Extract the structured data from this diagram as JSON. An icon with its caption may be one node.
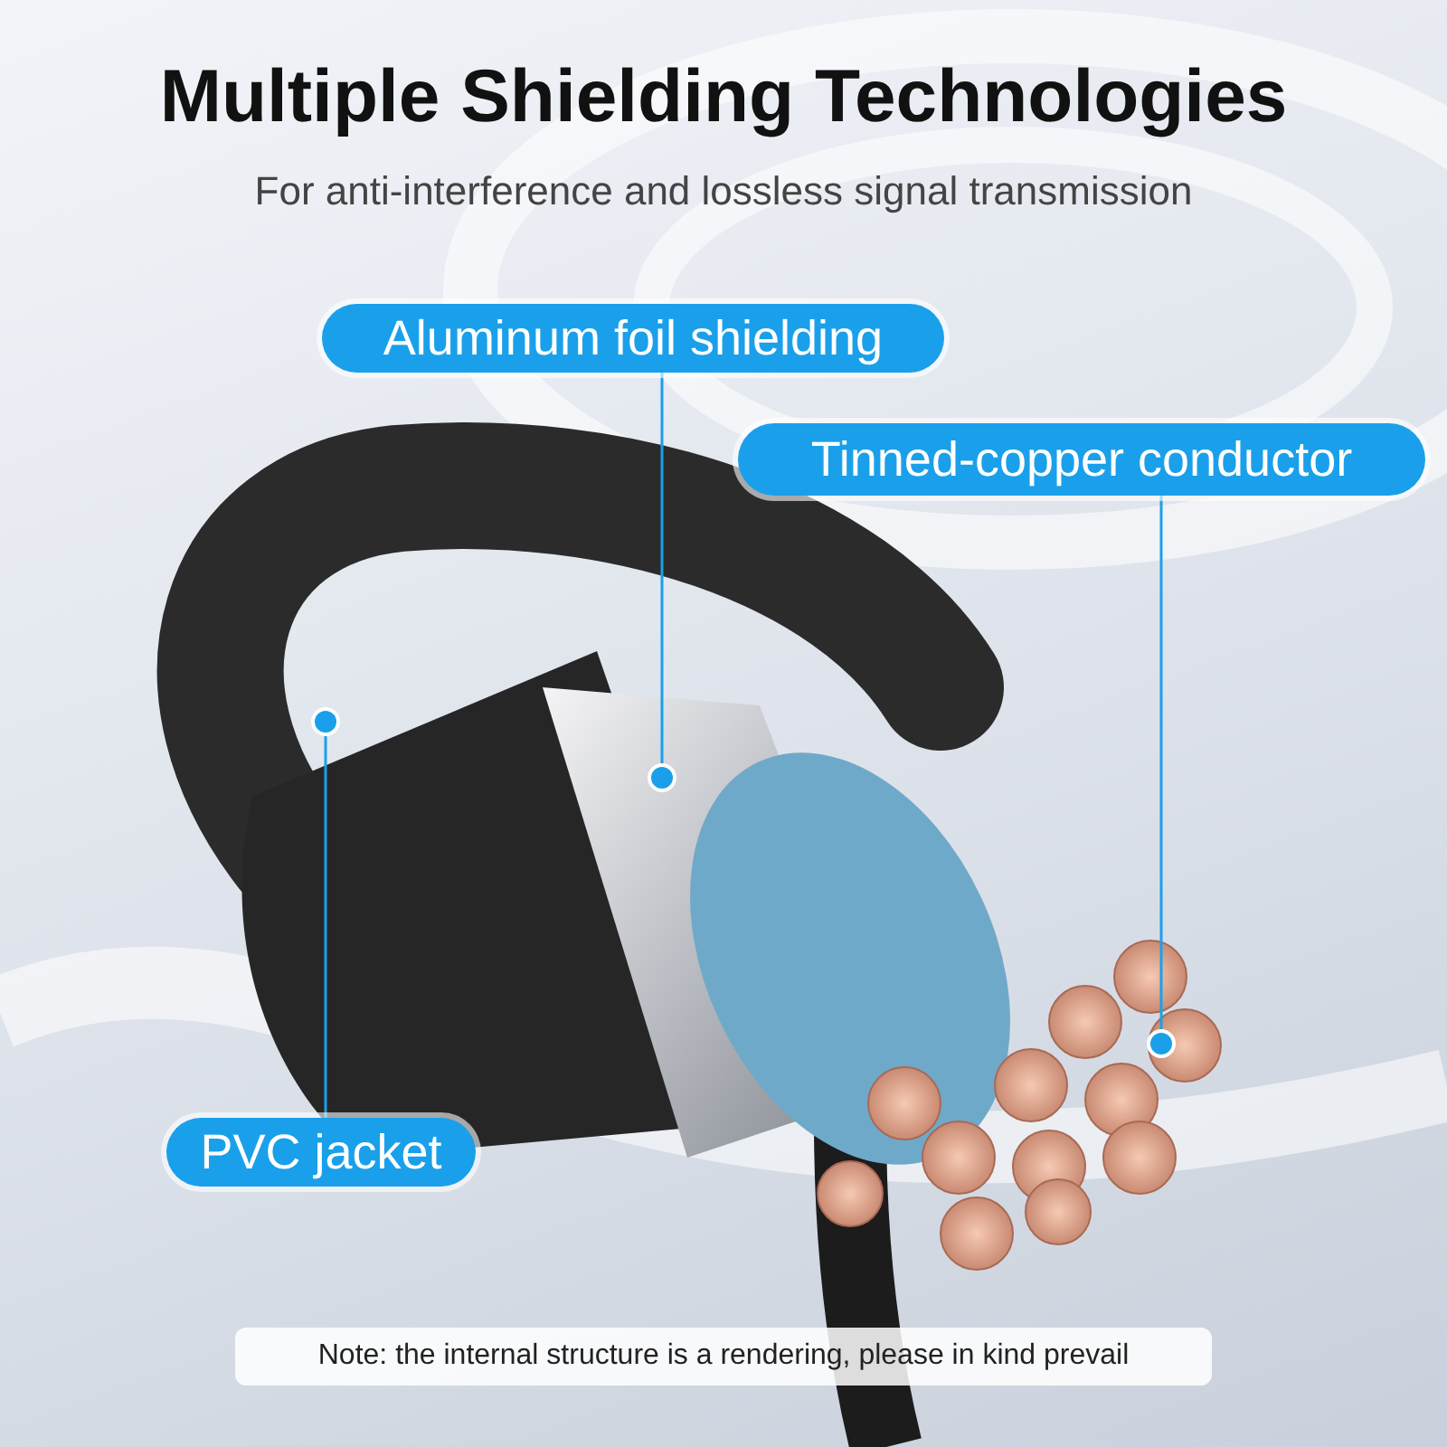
{
  "diagram": {
    "title": "Multiple Shielding Technologies",
    "nodes": [
      {
        "text": [
          "Aluminum foil shielding"
        ]
      },
      {
        "text": [
          "Tinned-copper conductor"
        ]
      },
      {
        "text": [],
        "shape": "circle"
      },
      {
        "text": [],
        "shape": "circle"
      },
      {
        "text": [],
        "shape": "circle"
      },
      {
        "text": [
          "PVC jacket"
        ]
      }
    ],
    "edges": [
      {
        "from": 0,
        "to": 2,
        "arrow": "none"
      },
      {
        "from": 1,
        "to": 4,
        "arrow": "none"
      },
      {
        "from": 5,
        "to": 3,
        "arrow": "none"
      }
    ],
    "labels": [
      "For anti-interference and lossless signal transmission",
      "Note: the internal structure is a rendering, please in kind prevail"
    ]
  }
}
